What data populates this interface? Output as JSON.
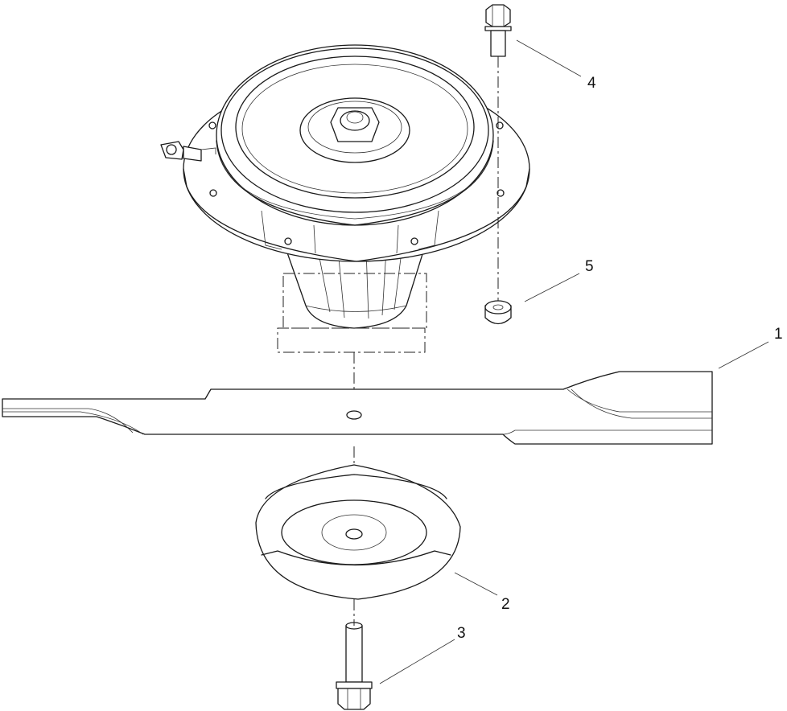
{
  "callouts": [
    {
      "id": "1",
      "text": "1",
      "part": "blade"
    },
    {
      "id": "2",
      "text": "2",
      "part": "blade-cup"
    },
    {
      "id": "3",
      "text": "3",
      "part": "bottom-bolt"
    },
    {
      "id": "4",
      "text": "4",
      "part": "top-bolt"
    },
    {
      "id": "5",
      "text": "5",
      "part": "flange-nut"
    }
  ],
  "colors": {
    "line": "#1a1a1a",
    "background": "#ffffff"
  }
}
